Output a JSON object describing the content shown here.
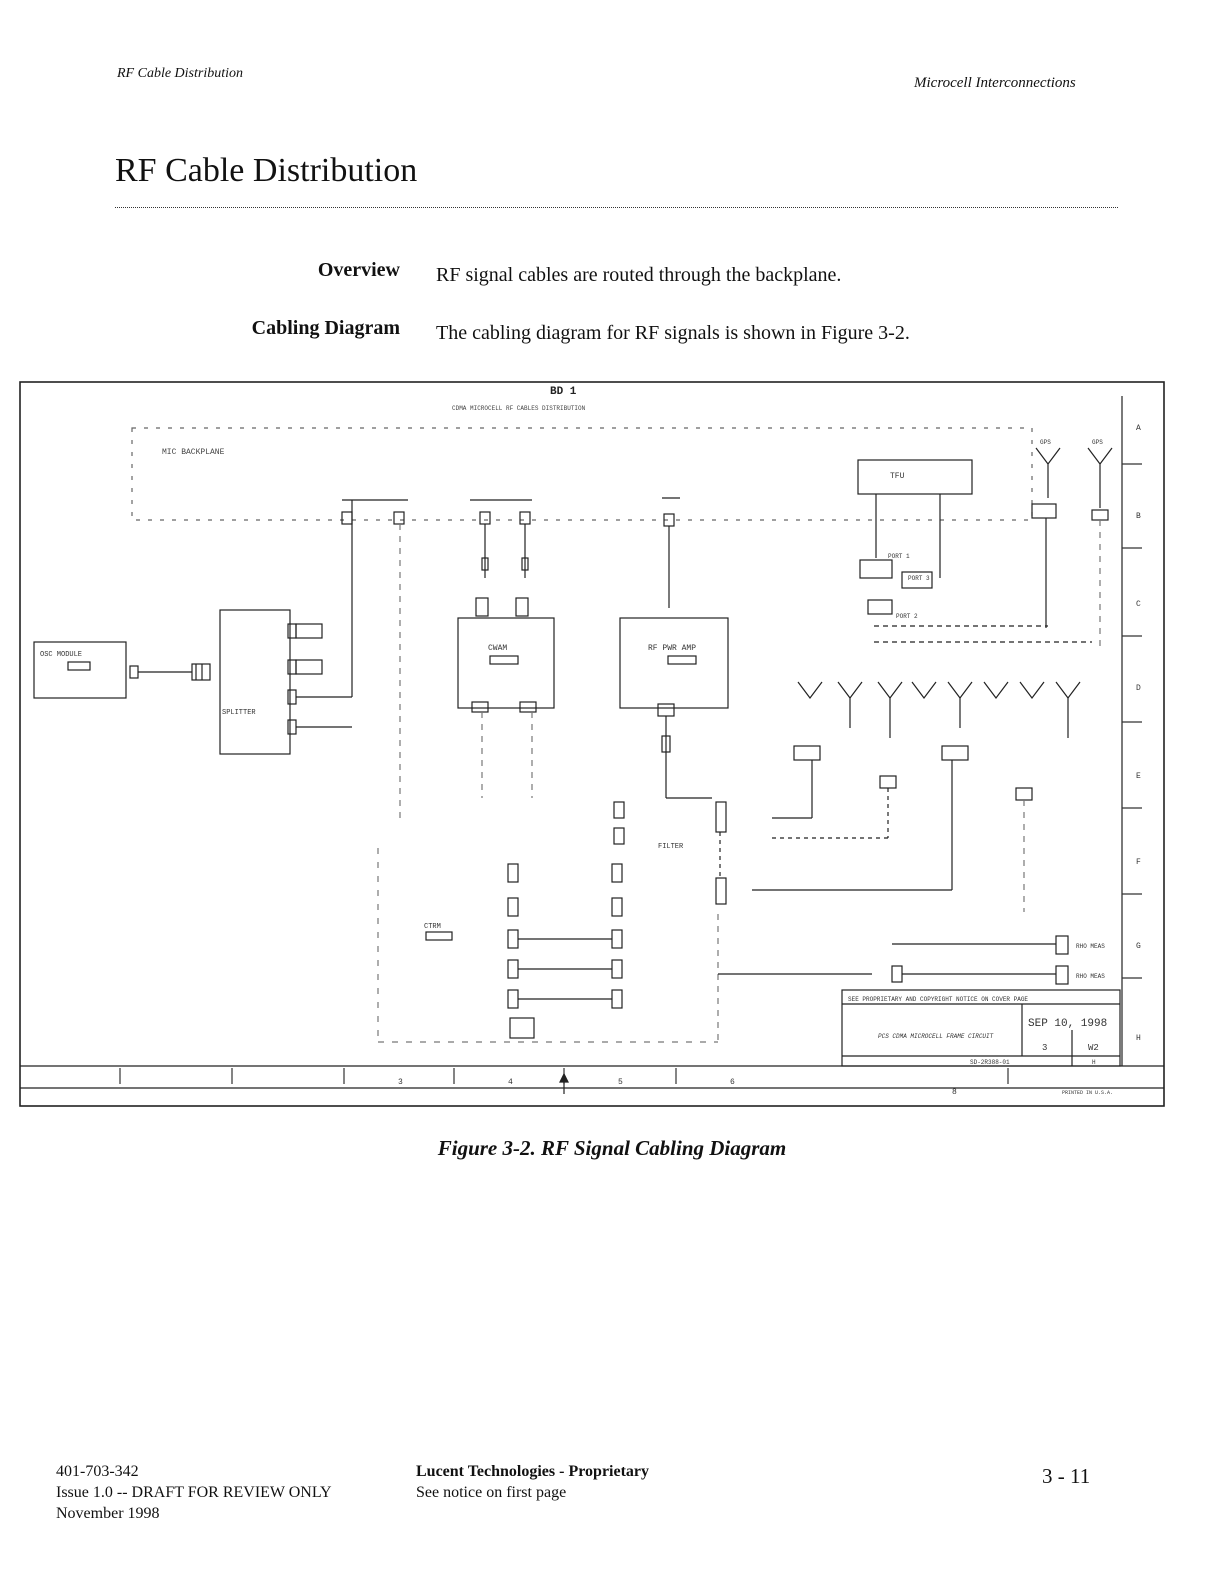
{
  "header": {
    "left": "RF Cable Distribution",
    "right": "Microcell Interconnections"
  },
  "page_title": "RF Cable Distribution",
  "sections": [
    {
      "label": "Overview",
      "text": "RF signal cables are routed through the backplane."
    },
    {
      "label": "Cabling Diagram",
      "text": "The cabling diagram for RF signals is shown in Figure 3-2."
    }
  ],
  "figure": {
    "caption": "Figure 3-2.   RF Signal Cabling Diagram",
    "labels": {
      "top": "BD 1",
      "sub": "CDMA MICROCELL RF CABLES DISTRIBUTION",
      "backplane": "MIC BACKPLANE",
      "osc_module": "OSC MODULE",
      "splitter": "SPLITTER",
      "cwam": "CWAM",
      "rf_pwr_amp": "RF PWR AMP",
      "filter": "FILTER",
      "tfu": "TFU",
      "gps1": "GPS",
      "gps2": "GPS",
      "ctrm": "CTRM",
      "port1": "PORT 1",
      "port3": "PORT 3",
      "port2": "PORT 2",
      "rho_meas_1": "RHO MEAS",
      "rho_meas_2": "RHO MEAS",
      "notice": "SEE PROPRIETARY AND COPYRIGHT NOTICE ON COVER PAGE",
      "tb_title": "PCS CDMA MICROCELL FRAME CIRCUIT",
      "tb_date": "SEP 10, 1998",
      "tb_sheet": "3",
      "tb_rev": "W2",
      "tb_drawing": "SD-2R388-01",
      "tb_code": "H",
      "printed": "PRINTED IN U.S.A.",
      "row_a": "A",
      "row_b": "B",
      "row_c": "C",
      "row_d": "D",
      "row_e": "E",
      "row_f": "F",
      "row_g": "G",
      "row_h": "H",
      "col_3": "3",
      "col_4": "4",
      "col_5": "5",
      "col_6": "6",
      "col_8": "8"
    }
  },
  "footer": {
    "doc_number": "401-703-342",
    "issue": "Issue 1.0 -- DRAFT FOR REVIEW ONLY",
    "date": "November 1998",
    "company": "Lucent Technologies - Proprietary",
    "notice": "See notice on first page",
    "page": "3 - 11"
  }
}
